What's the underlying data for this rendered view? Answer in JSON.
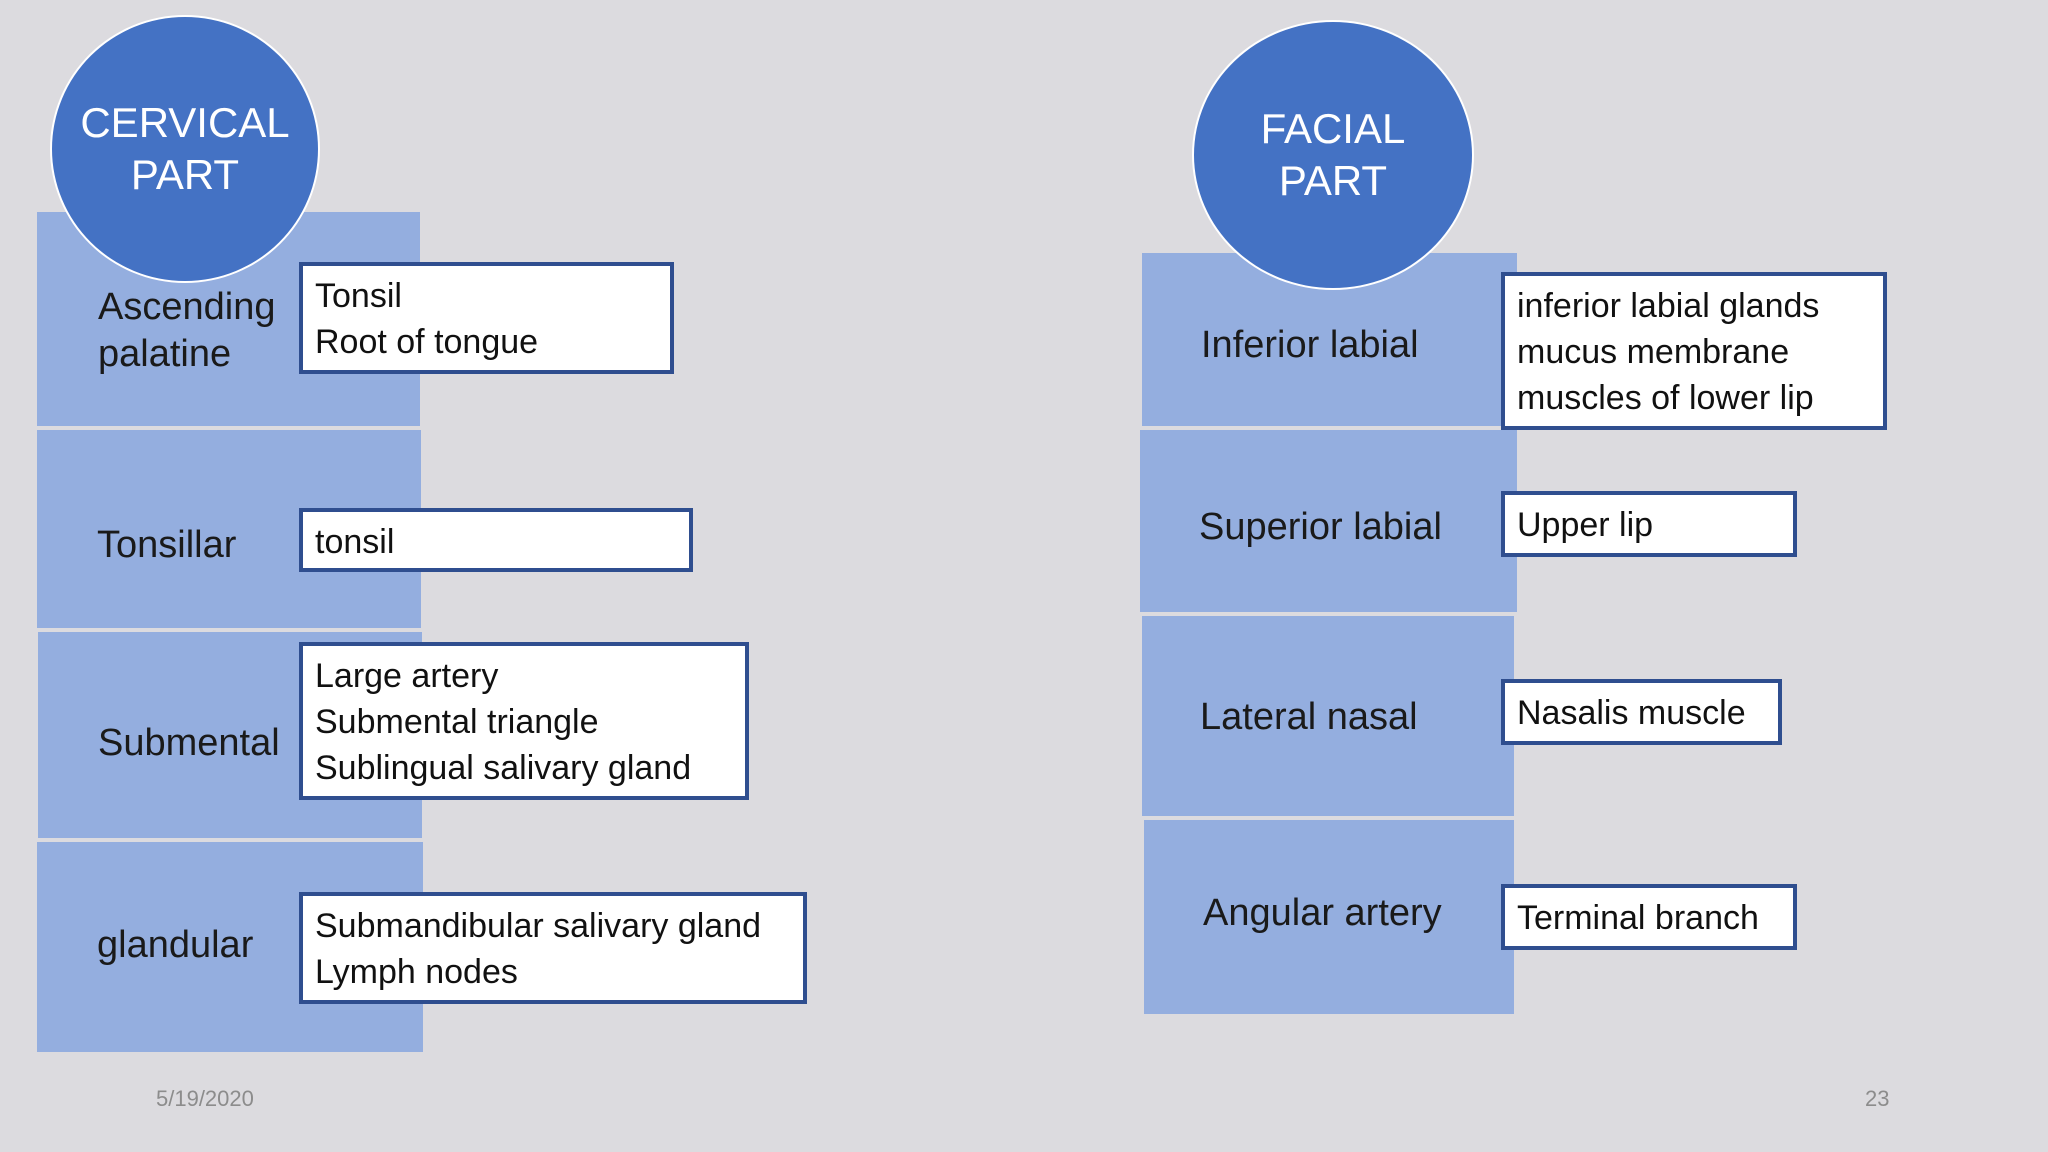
{
  "cervical": {
    "title": [
      "CERVICAL",
      "PART"
    ],
    "branches": [
      {
        "name": [
          "Ascending",
          "palatine"
        ],
        "supplies": [
          "Tonsil",
          "Root of tongue"
        ]
      },
      {
        "name": [
          "Tonsillar"
        ],
        "supplies": [
          "tonsil"
        ]
      },
      {
        "name": [
          "Submental"
        ],
        "supplies": [
          "Large artery",
          "Submental triangle",
          "Sublingual salivary gland"
        ]
      },
      {
        "name": [
          "glandular"
        ],
        "supplies": [
          "Submandibular salivary gland",
          "Lymph nodes"
        ]
      }
    ]
  },
  "facial": {
    "title": [
      "FACIAL",
      "PART"
    ],
    "branches": [
      {
        "name": [
          "Inferior labial"
        ],
        "supplies": [
          "inferior labial glands",
          "mucus membrane",
          "muscles of lower lip"
        ]
      },
      {
        "name": [
          "Superior labial"
        ],
        "supplies": [
          "Upper lip"
        ]
      },
      {
        "name": [
          "Lateral nasal"
        ],
        "supplies": [
          "Nasalis muscle"
        ]
      },
      {
        "name": [
          "Angular artery"
        ],
        "supplies": [
          "Terminal branch"
        ]
      }
    ]
  },
  "footer": {
    "date": "5/19/2020",
    "page": "23"
  },
  "colors": {
    "circle": "#4472c4",
    "rect": "#94aedf",
    "box_border": "#2f4e8f",
    "background": "#dcdbdf"
  }
}
